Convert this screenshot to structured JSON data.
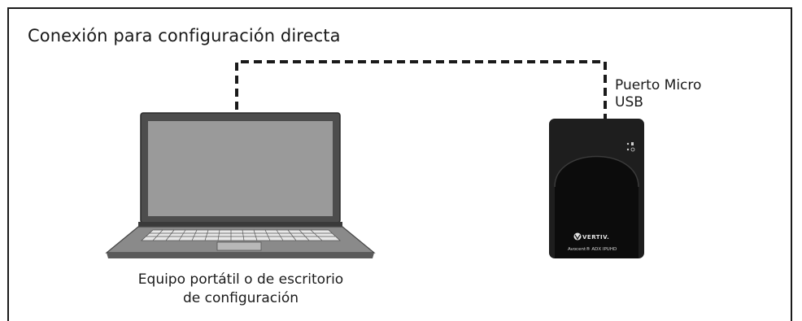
{
  "diagram": {
    "title": "Conexión para configuración directa",
    "port_label_line1": "Puerto Micro",
    "port_label_line2": "USB",
    "computer_label_line1": "Equipo portátil o de escritorio",
    "computer_label_line2": "de configuración",
    "device_brand": "VERTIV.",
    "device_model": "Avocent® ADX IPUHD",
    "connector": {
      "style": "dashed",
      "color": "#1a1a1a"
    },
    "icons": {
      "computer": "laptop-icon",
      "device": "ipuhd-device-icon",
      "brand_logo": "vertiv-logo-icon"
    }
  }
}
